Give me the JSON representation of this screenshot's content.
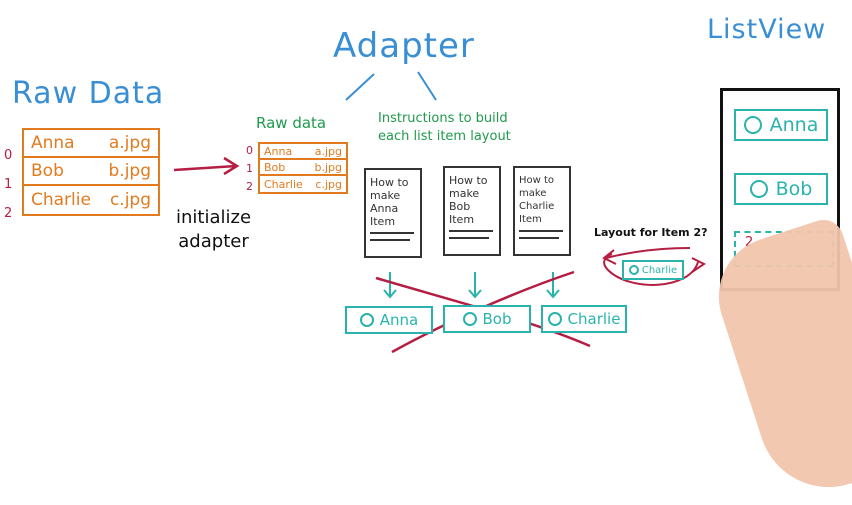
{
  "adapter_title": "Adapter",
  "raw_data_title": "Raw Data",
  "listview_title": "ListView",
  "raw_rows": [
    {
      "index": "0",
      "name": "Anna",
      "file": "a.jpg"
    },
    {
      "index": "1",
      "name": "Bob",
      "file": "b.jpg"
    },
    {
      "index": "2",
      "name": "Charlie",
      "file": "c.jpg"
    }
  ],
  "init_label_1": "initialize",
  "init_label_2": "adapter",
  "adapter_raw_label": "Raw data",
  "adapter_rows": [
    {
      "index": "0",
      "name": "Anna",
      "file": "a.jpg"
    },
    {
      "index": "1",
      "name": "Bob",
      "file": "b.jpg"
    },
    {
      "index": "2",
      "name": "Charlie",
      "file": "c.jpg"
    }
  ],
  "instructions_label_1": "Instructions to build",
  "instructions_label_2": "each list item layout",
  "cards": [
    {
      "line1": "How to",
      "line2": "make",
      "line3": "Anna",
      "line4": "Item"
    },
    {
      "line1": "How to",
      "line2": "make",
      "line3": "Bob",
      "line4": "Item"
    },
    {
      "line1": "How to",
      "line2": "make",
      "line3": "Charlie",
      "line4": "Item"
    }
  ],
  "items": [
    "Anna",
    "Bob",
    "Charlie"
  ],
  "layout_question": "Layout for Item 2?",
  "small_item": "Charlie",
  "listview_items": [
    "Anna",
    "Bob"
  ],
  "listview_empty_index": "2",
  "colors": {
    "blue": "#3a8fd4",
    "orange": "#e27b1f",
    "green": "#1f9a4c",
    "teal": "#2ab3ad",
    "maroon": "#b51e42"
  }
}
